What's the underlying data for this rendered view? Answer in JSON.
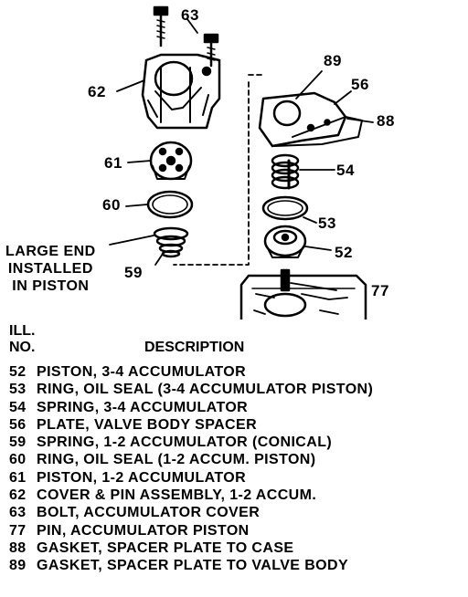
{
  "callouts": {
    "c63": "63",
    "c62": "62",
    "c89": "89",
    "c56": "56",
    "c88": "88",
    "c61": "61",
    "c54": "54",
    "c60": "60",
    "c53": "53",
    "c52": "52",
    "c59": "59",
    "c77": "77"
  },
  "side_note": [
    "LARGE END",
    "INSTALLED",
    "IN PISTON"
  ],
  "legend": {
    "header_no": [
      "ILL.",
      "NO."
    ],
    "header_desc": "DESCRIPTION",
    "items": [
      {
        "no": "52",
        "desc": "PISTON, 3-4 ACCUMULATOR"
      },
      {
        "no": "53",
        "desc": "RING, OIL SEAL (3-4 ACCUMULATOR PISTON)"
      },
      {
        "no": "54",
        "desc": "SPRING, 3-4 ACCUMULATOR"
      },
      {
        "no": "56",
        "desc": "PLATE, VALVE BODY SPACER"
      },
      {
        "no": "59",
        "desc": "SPRING, 1-2 ACCUMULATOR (CONICAL)"
      },
      {
        "no": "60",
        "desc": "RING, OIL SEAL (1-2 ACCUM. PISTON)"
      },
      {
        "no": "61",
        "desc": "PISTON, 1-2 ACCUMULATOR"
      },
      {
        "no": "62",
        "desc": "COVER & PIN ASSEMBLY, 1-2 ACCUM."
      },
      {
        "no": "63",
        "desc": "BOLT, ACCUMULATOR COVER"
      },
      {
        "no": "77",
        "desc": "PIN, ACCUMULATOR PISTON"
      },
      {
        "no": "88",
        "desc": "GASKET, SPACER PLATE TO CASE"
      },
      {
        "no": "89",
        "desc": "GASKET, SPACER PLATE TO VALVE BODY"
      }
    ]
  }
}
